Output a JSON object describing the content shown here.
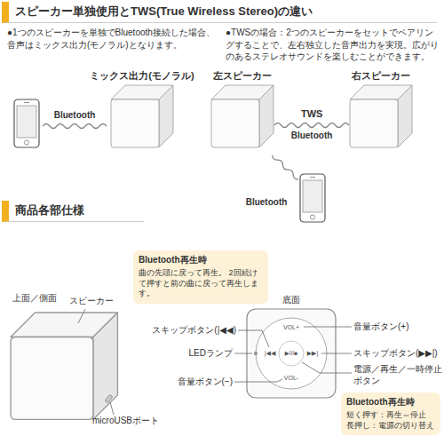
{
  "diagram": {
    "nodes": [
      {
        "text": [
          "スピーカー単独使用とTWS(True Wireless Stereo)の違い"
        ]
      },
      {
        "text": [
          "ミックス出力(モノラル)"
        ]
      },
      {
        "text": [
          "左スピーカー"
        ]
      },
      {
        "text": [
          "右スピーカー"
        ]
      },
      {
        "text": [
          "商品各部仕様"
        ]
      },
      {
        "text": [
          "Bluetooth再生時",
          "曲の先頭に戻って再生。 2回続けて押すと前の曲に戻って再生します。"
        ]
      },
      {
        "text": [
          "Bluetooth再生時",
          "短く押す：再生⇔停止 長押し：電源の切り替え"
        ]
      }
    ],
    "edges": [
      {
        "from": 2,
        "to": 3,
        "arrow": "none",
        "label": "TWS"
      }
    ],
    "labels": [
      "●1つのスピーカーを単独でBluetooth接続した場合、音声はミックス出力(モノラル)となります。",
      "●TWSの場合：2つのスピーカーをセットでペアリングすることで、左右独立した音声出力を実現。広がりのあるステレオサウンドを楽しむことができます。",
      "Bluetooth",
      "Bluetooth",
      "Bluetooth",
      "上面／側面",
      "スピーカー",
      "microUSBポート",
      "底面",
      "スキップボタン(|◀◀)",
      "LEDランプ",
      "音量ボタン(−)",
      "VOL+",
      "VOL-",
      "|◀◀",
      "▶II/■",
      "▶▶|",
      "音量ボタン(+)",
      "スキップボタン(▶▶|)",
      "電源／再生／一時停止ボタン"
    ]
  }
}
